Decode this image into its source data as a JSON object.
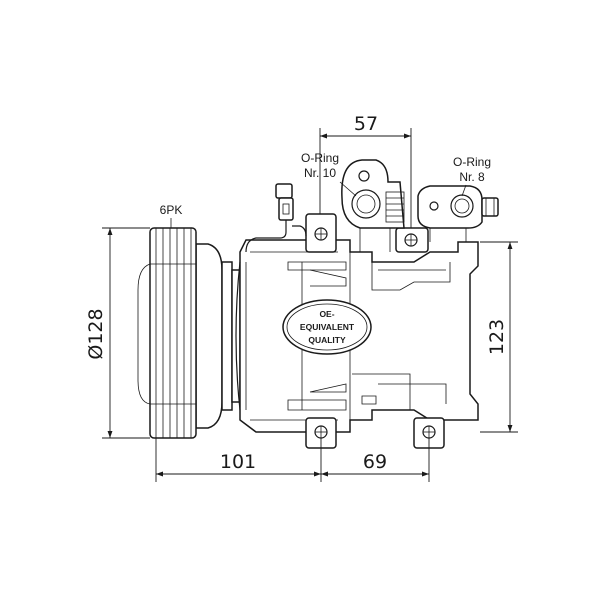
{
  "labels": {
    "pulley": "6PK",
    "oring_left_line1": "O-Ring",
    "oring_left_line2": "Nr. 10",
    "oring_right_line1": "O-Ring",
    "oring_right_line2": "Nr. 8"
  },
  "dimensions": {
    "top_width": "57",
    "diameter": "Ø128",
    "height": "123",
    "bottom_left": "101",
    "bottom_right": "69"
  },
  "badge": {
    "line1": "OE-",
    "line2": "EQUIVALENT",
    "line3": "QUALITY"
  }
}
